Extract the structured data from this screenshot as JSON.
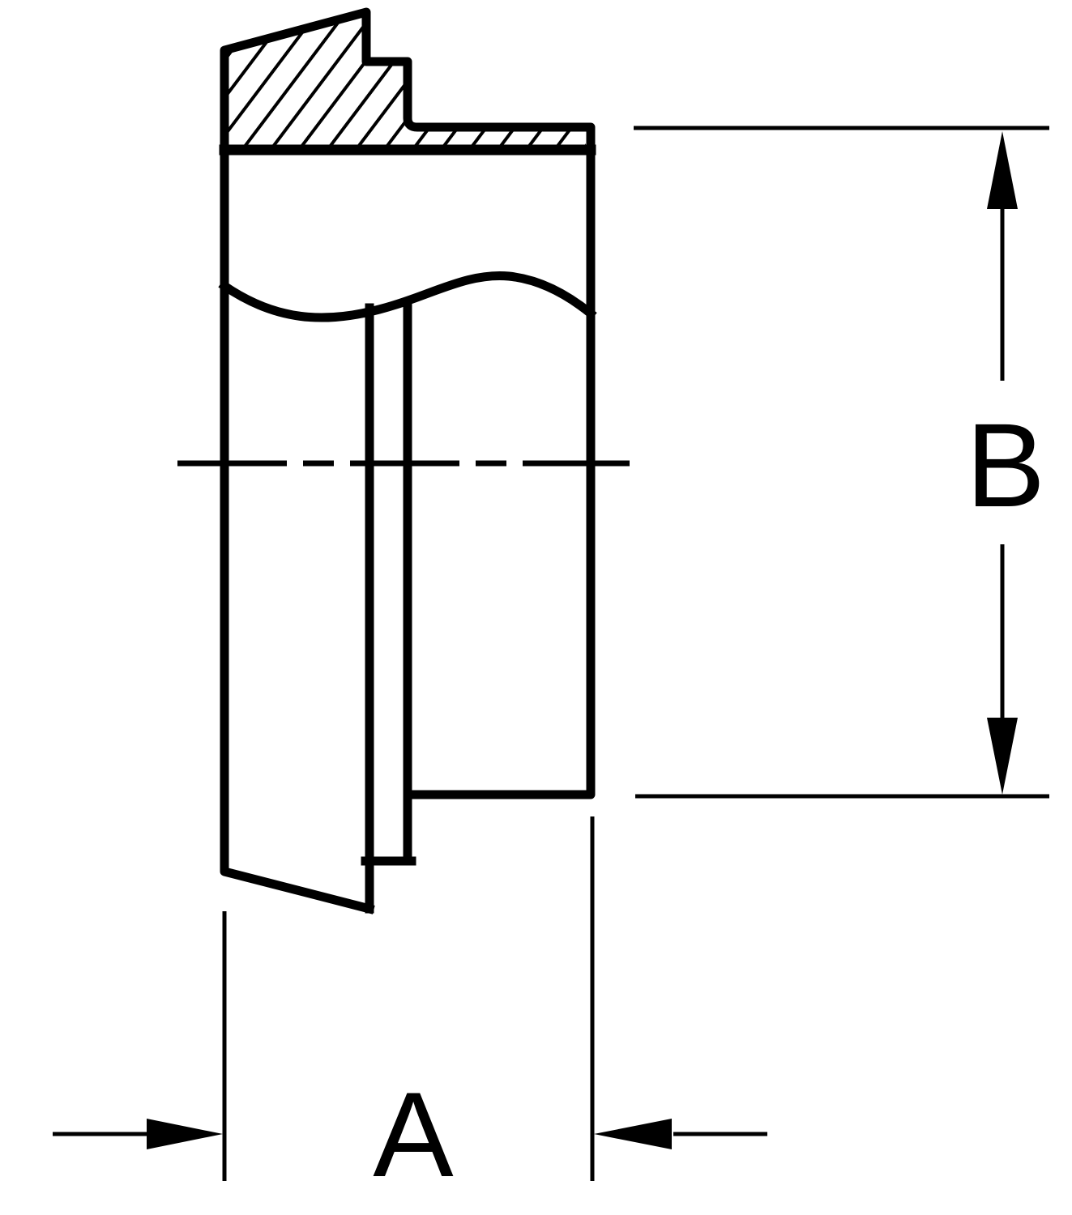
{
  "drawing": {
    "kind": "ferrule-fitting-section-view",
    "labels": {
      "a": "A",
      "b": "B"
    },
    "colors": {
      "line": "#000000",
      "background": "#ffffff"
    }
  }
}
